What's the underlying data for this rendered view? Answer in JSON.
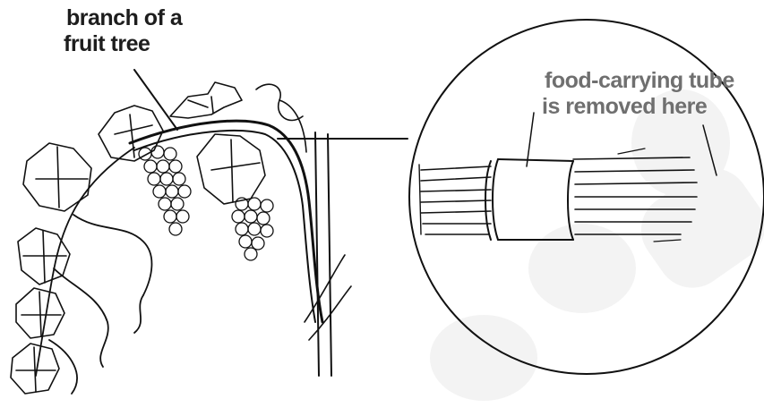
{
  "labels": {
    "branch_line1": "branch of a",
    "branch_line2": "fruit tree",
    "callout_line1": "food-carrying tube",
    "callout_line2": "is removed here"
  },
  "colors": {
    "ink": "#1d1d1d",
    "callout_text": "#6f6f6f",
    "watermark": "#f2f2f2"
  },
  "icons": {
    "main_figure": "fruit-tree-branch-with-grapes",
    "inset_figure": "girdled-stem-cross-section"
  }
}
